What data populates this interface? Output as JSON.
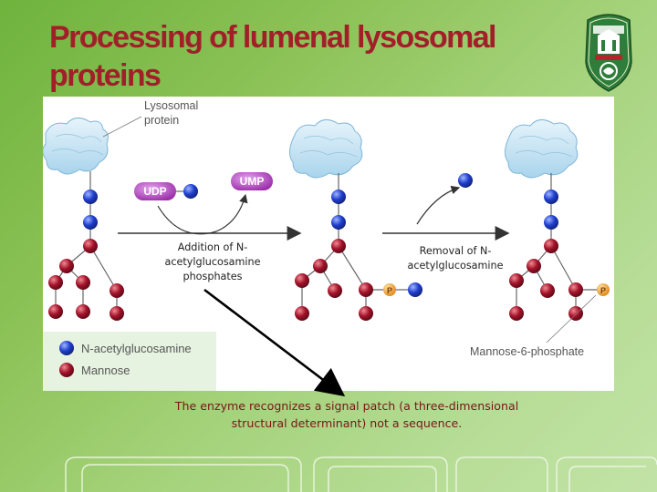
{
  "slide": {
    "title": "Processing of lumenal lysosomal proteins",
    "note": "The enzyme recognizes a signal patch (a three-dimensional structural determinant) not a sequence."
  },
  "diagram": {
    "protein_label_line1": "Lysosomal",
    "protein_label_line2": "protein",
    "udp_label": "UDP",
    "ump_label": "UMP",
    "phosphate_label": "P",
    "step1_caption": "Addition of N-acetylglucosamine phosphates",
    "step2_caption": "Removal of N-acetylglucosamine",
    "m6p_label": "Mannose-6-phosphate"
  },
  "legend": {
    "items": [
      {
        "label": "N-acetylglucosamine",
        "color": "#1f3fcf"
      },
      {
        "label": "Mannose",
        "color": "#a3122a"
      }
    ]
  },
  "colors": {
    "title": "#a21f2a",
    "glcnac": "#1f3fcf",
    "mannose": "#a3122a",
    "phosphate": "#f0a030",
    "nucleotide": "#b13ec0",
    "protein": "#bfe2f3",
    "note_text": "#7a1418"
  }
}
